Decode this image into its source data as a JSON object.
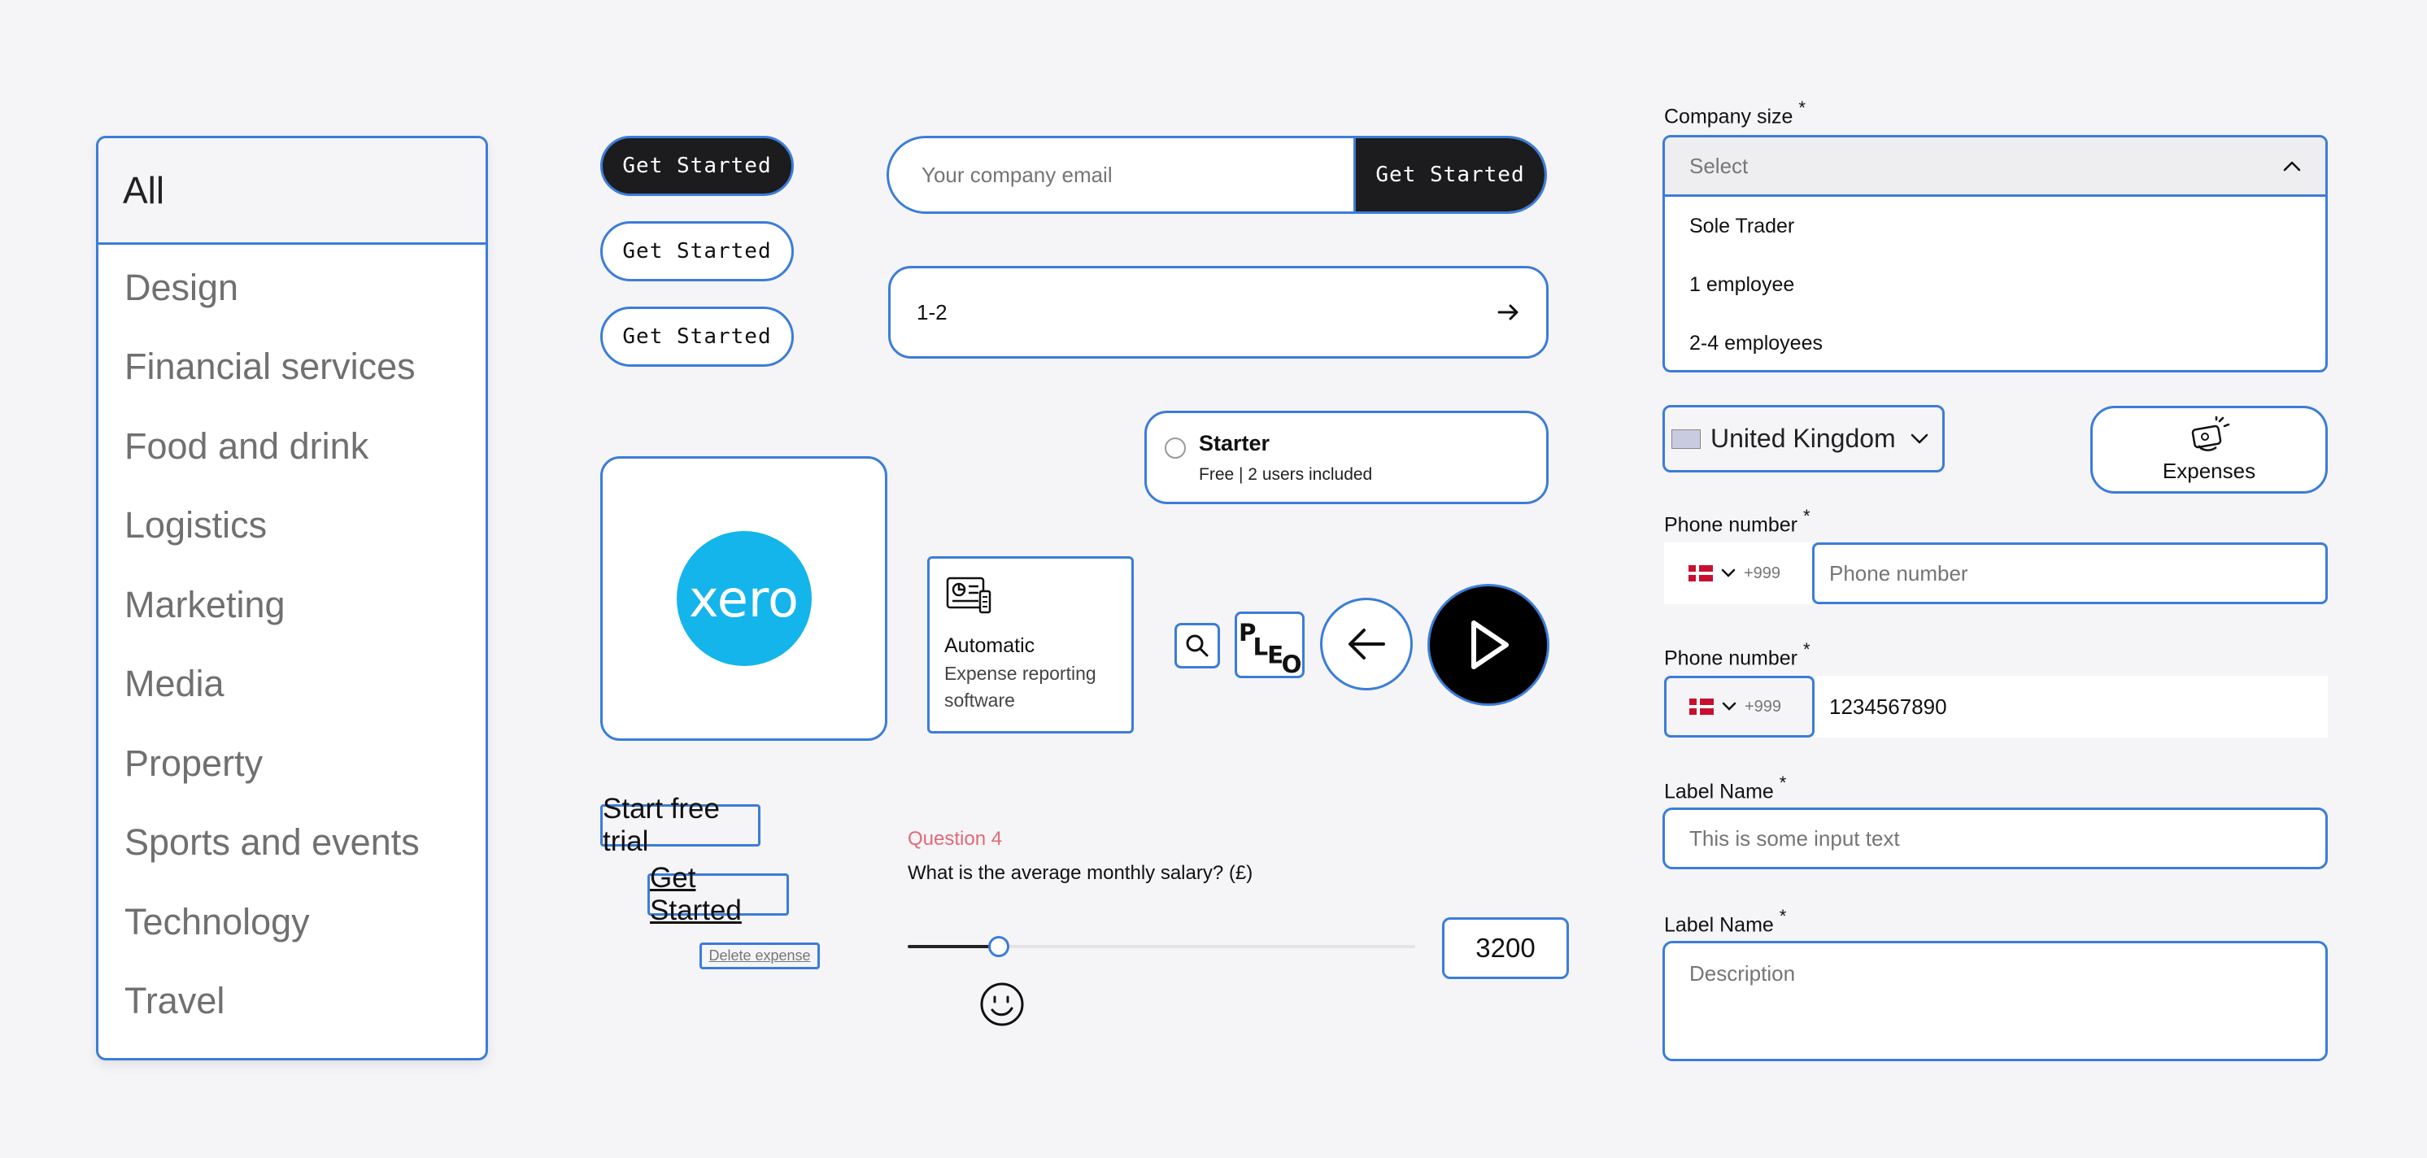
{
  "categories": {
    "header": "All",
    "items": [
      "Design",
      "Financial services",
      "Food and drink",
      "Logistics",
      "Marketing",
      "Media",
      "Property",
      "Sports and events",
      "Technology",
      "Travel"
    ]
  },
  "buttons": {
    "get_started_dark": "Get Started",
    "get_started_light_1": "Get Started",
    "get_started_light_2": "Get Started",
    "start_free_trial": "Start free trial",
    "get_started_underlined": "Get Started",
    "delete_expense": "Delete expense"
  },
  "email_form": {
    "placeholder": "Your company email",
    "button": "Get Started"
  },
  "range_select": {
    "value": "1-2"
  },
  "plan": {
    "name": "Starter",
    "detail": "Free | 2 users included"
  },
  "auto_card": {
    "title": "Automatic",
    "desc_1": "Expense reporting",
    "desc_2": "software"
  },
  "xero": {
    "logo_text": "xero"
  },
  "pleo": {
    "logo_text": "PLEO"
  },
  "question": {
    "number": "Question 4",
    "text": "What is the average monthly salary? (£)",
    "value": "3200",
    "slider_fraction": 0.18
  },
  "company_size": {
    "label": "Company size",
    "required": "*",
    "placeholder": "Select",
    "options": [
      "Sole Trader",
      "1 employee",
      "2-4 employees"
    ]
  },
  "country": {
    "name": "United Kingdom"
  },
  "expenses": {
    "label": "Expenses"
  },
  "phone_1": {
    "label": "Phone number",
    "required": "*",
    "code": "+999",
    "placeholder": "Phone number"
  },
  "phone_2": {
    "label": "Phone number",
    "required": "*",
    "code": "+999",
    "value": "1234567890"
  },
  "label_1": {
    "label": "Label Name",
    "required": "*",
    "placeholder": "This is some input text"
  },
  "label_2": {
    "label": "Label Name",
    "required": "*",
    "placeholder": "Description"
  },
  "colors": {
    "accent": "#3b7dd8",
    "dark": "#1c1b1d",
    "xero": "#13b5ea",
    "question": "#e06b78"
  }
}
